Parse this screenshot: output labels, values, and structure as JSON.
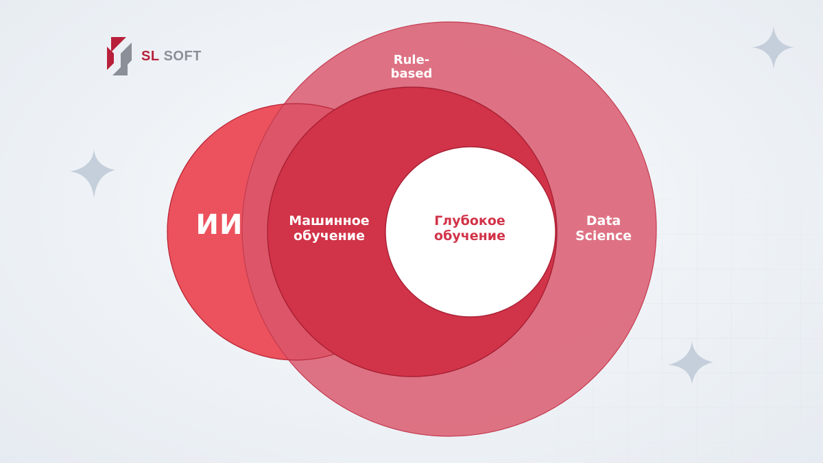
{
  "brand": {
    "name_primary": "SL",
    "name_secondary": "SOFT"
  },
  "labels": {
    "ai": "ИИ",
    "rule_based_1": "Rule-",
    "rule_based_2": "based",
    "machine_learning_1": "Машинное",
    "machine_learning_2": "обучение",
    "deep_learning_1": "Глубокое",
    "deep_learning_2": "обучение",
    "data_science_1": "Data",
    "data_science_2": "Science"
  },
  "colors": {
    "ai_circle": "#ec525d",
    "data_science_circle": "#d9566a",
    "machine_learning_circle": "#d13348",
    "deep_learning_circle": "#ffffff",
    "deep_learning_text": "#d13348",
    "brand_red": "#b8203a",
    "brand_gray": "#8a8f98",
    "sparkle": "#c5cfdb"
  }
}
